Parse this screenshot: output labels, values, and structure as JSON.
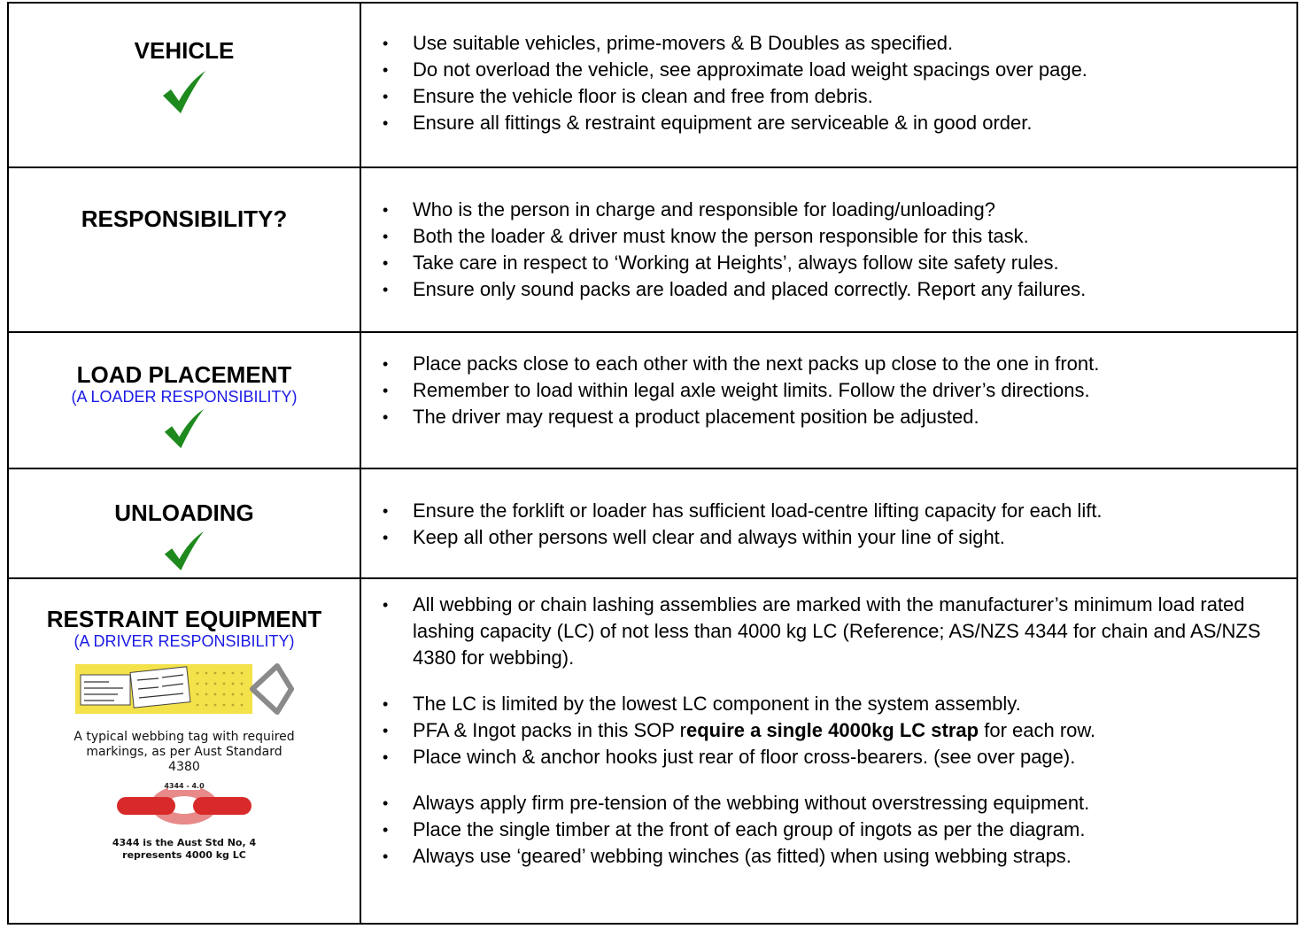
{
  "rows": [
    {
      "heading": "VEHICLE",
      "bullets": [
        "Use suitable vehicles, prime-movers & B Doubles as specified.",
        "Do not overload the vehicle, see approximate load weight spacings over page.",
        "Ensure the vehicle floor is clean and free from debris.",
        "Ensure all fittings & restraint equipment are serviceable & in good order."
      ]
    },
    {
      "heading": "RESPONSIBILITY?",
      "bullets": [
        "Who is the person in charge and responsible for loading/unloading?",
        "Both the loader & driver must know the person responsible for this task.",
        "Take care in respect to ‘Working at Heights’, always follow site safety rules.",
        "Ensure only sound packs are loaded and placed correctly. Report any failures."
      ]
    },
    {
      "heading": "LOAD PLACEMENT",
      "subheading": "(A LOADER  RESPONSIBILITY)",
      "bullets": [
        "Place packs close to each other with the next packs up close to the one in front.",
        "Remember to load within legal axle weight limits.  Follow the driver’s directions.",
        "The driver may request a product placement position be adjusted."
      ]
    },
    {
      "heading": "UNLOADING",
      "bullets": [
        "Ensure the forklift or loader has sufficient load-centre lifting capacity for each lift.",
        "Keep all other persons well clear and always within your line of sight."
      ]
    },
    {
      "heading": "RESTRAINT EQUIPMENT",
      "subheading": "(A DRIVER RESPONSIBILITY)",
      "tag_caption": "A typical webbing tag with required markings, as per Aust Standard 4380",
      "tag_label": "4344 - 4.0",
      "chain_caption": "4344 is the Aust Std No, 4 represents 4000 kg LC",
      "bullets_a": [
        "All webbing or chain lashing assemblies are marked with the manufacturer’s minimum load rated lashing capacity (LC) of not less than 4000 kg LC  (Reference; AS/NZS 4344 for chain and AS/NZS 4380 for webbing)."
      ],
      "bullets_b_1": "The LC is limited by the lowest LC component in the system assembly.",
      "bullets_b_2_pre": "PFA & Ingot packs in this SOP r",
      "bullets_b_2_bold": "equire a single 4000kg LC strap",
      "bullets_b_2_post": " for each row.",
      "bullets_b_3": "Place winch & anchor hooks just rear of floor cross-bearers. (see over page).",
      "bullets_c": [
        "Always apply firm pre-tension of the webbing without overstressing equipment.",
        "Place the single timber at the front of each group of ingots as per the diagram.",
        "Always use ‘geared’ webbing winches (as fitted) when using webbing straps."
      ]
    }
  ],
  "colors": {
    "tick": "#1e8a1e",
    "subheading": "#1a1ae6",
    "tag": "#f3e24a",
    "chain": "#e02a2a"
  },
  "icons": {
    "tick": "check-mark-icon"
  }
}
